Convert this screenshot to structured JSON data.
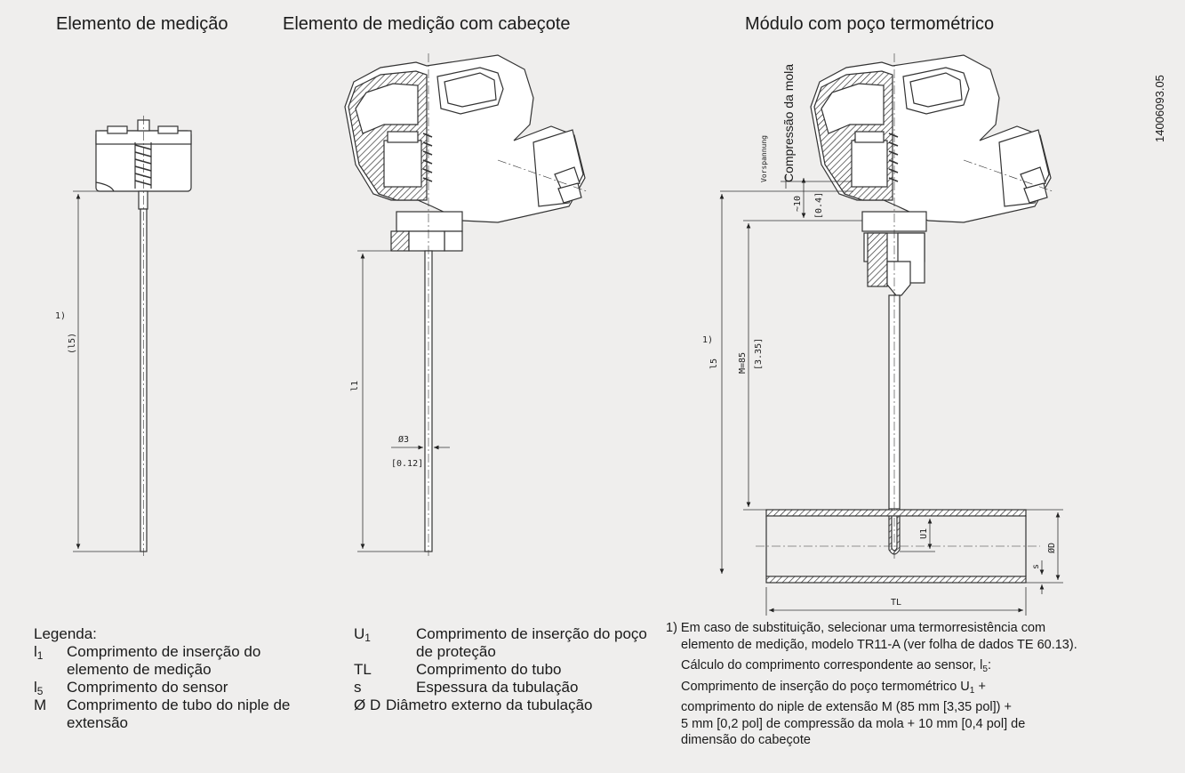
{
  "titles": {
    "measuring_insert": "Elemento de medição",
    "insert_with_head": "Elemento de medição com cabeçote",
    "module_with_thermowell": "Módulo com poço termométrico"
  },
  "document_number": "14006093.05",
  "drawing_labels": {
    "l5_left": "(l5)",
    "l5_note": "1)",
    "l1": "l1",
    "d3": "Ø3",
    "d3_in": "[0.12]",
    "vorspannung": "Vorspannung",
    "spring_compression": "Compressão da mola",
    "approx10": "~10",
    "approx10_in": "[0.4]",
    "m85": "M=85",
    "m85_in": "[3.35]",
    "l5_right": "l5",
    "u1": "U1",
    "s": "s",
    "od": "ØD",
    "tl": "TL"
  },
  "legend": {
    "heading": "Legenda:",
    "col1": [
      {
        "symbol": "l1",
        "sym_base": "l",
        "sym_sub": "1",
        "text": "Comprimento de inserção do elemento de medição"
      },
      {
        "symbol": "l5",
        "sym_base": "l",
        "sym_sub": "5",
        "text": "Comprimento do sensor"
      },
      {
        "symbol": "M",
        "sym_base": "M",
        "sym_sub": "",
        "text": "Comprimento de tubo do niple de extensão"
      }
    ],
    "col2": [
      {
        "symbol": "U1",
        "sym_base": "U",
        "sym_sub": "1",
        "text": "Comprimento de inserção do poço de proteção"
      },
      {
        "symbol": "TL",
        "sym_base": "TL",
        "sym_sub": "",
        "text": "Comprimento do tubo"
      },
      {
        "symbol": "s",
        "sym_base": "s",
        "sym_sub": "",
        "text": "Espessura da tubulação"
      },
      {
        "symbol": "Ø D",
        "sym_base": "Ø D",
        "sym_sub": "",
        "text": "Diâmetro externo da tubulação"
      }
    ]
  },
  "footnote": {
    "p1": "1) Em caso de substituição, selecionar uma termorresistência com",
    "p2": "elemento de medição, modelo TR11-A (ver folha de dados TE 60.13).",
    "p3_pre": "Cálculo do comprimento correspondente ao sensor, l",
    "p3_sub": "5",
    "p3_post": ":",
    "p4_pre": "Comprimento de inserção do poço termométrico U",
    "p4_sub": "1",
    "p4_post": " +",
    "p5": "comprimento do niple de extensão M (85 mm [3,35 pol]) +",
    "p6": "5 mm [0,2 pol] de compressão da mola + 10 mm [0,4 pol] de",
    "p7": "dimensão do cabeçote"
  }
}
